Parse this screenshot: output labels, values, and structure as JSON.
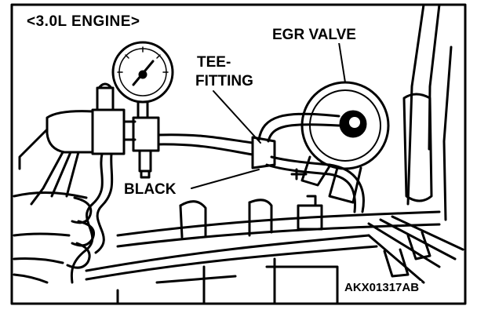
{
  "title": "<3.0L ENGINE>",
  "labels": {
    "egr_valve": "EGR VALVE",
    "tee_fitting_line1": "TEE-",
    "tee_fitting_line2": "FITTING",
    "black": "BLACK"
  },
  "figure_code": "AKX01317AB"
}
